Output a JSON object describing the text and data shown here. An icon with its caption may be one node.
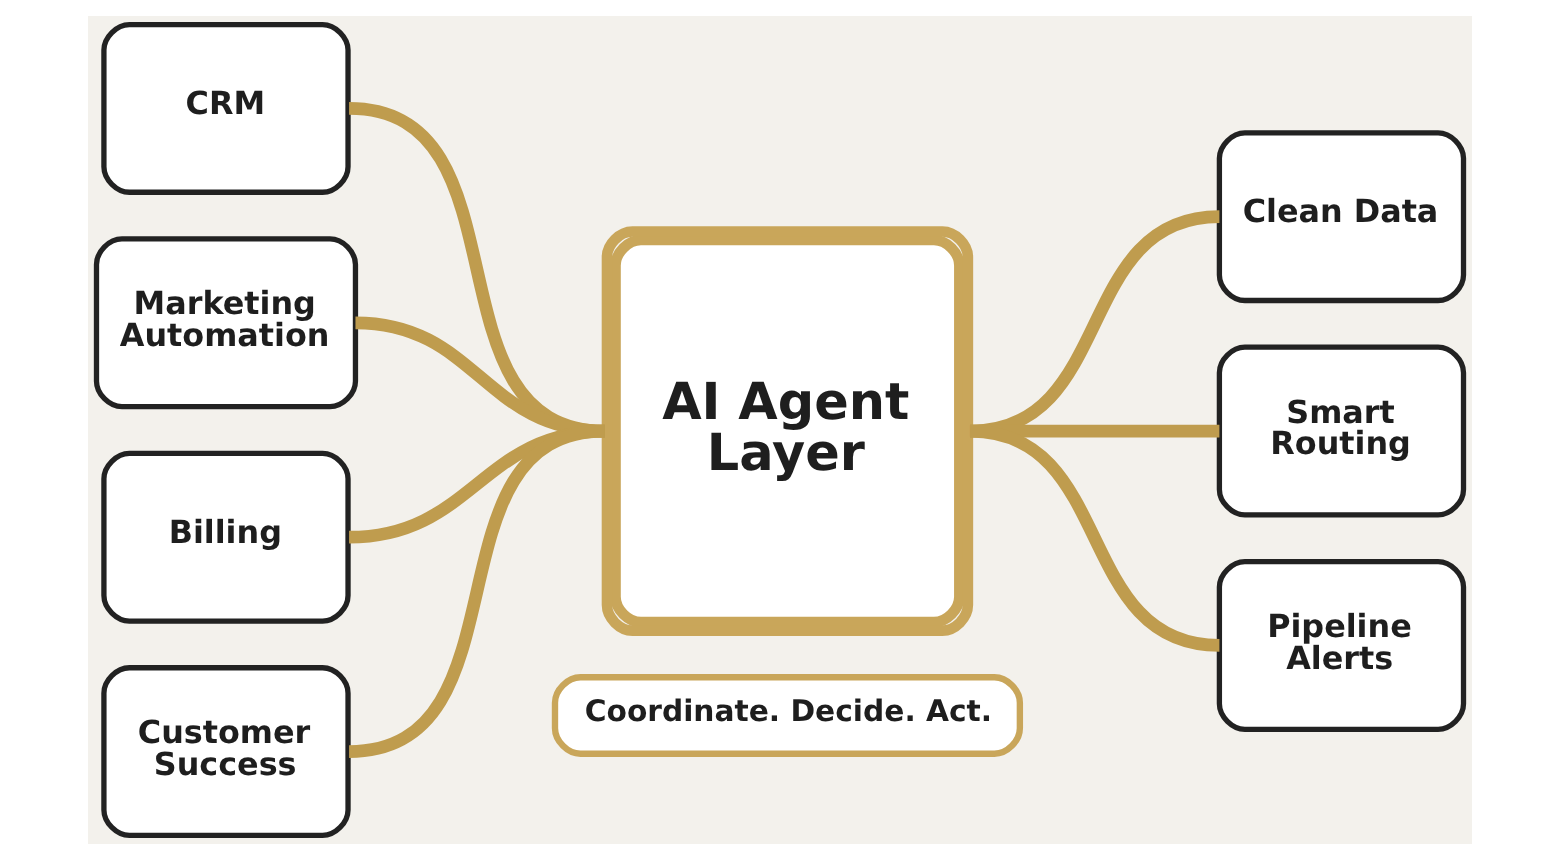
{
  "diagram": {
    "nodes": [
      {
        "text": [
          "CRM"
        ]
      },
      {
        "text": [
          "Marketing Automation"
        ]
      },
      {
        "text": [
          "Billing"
        ]
      },
      {
        "text": [
          "Customer Success"
        ]
      },
      {
        "text": [
          "AI Agent Layer"
        ]
      },
      {
        "text": [
          "Coordinate. Decide. Act."
        ]
      },
      {
        "text": [
          "Clean Data"
        ]
      },
      {
        "text": [
          "Smart Routing"
        ]
      },
      {
        "text": [
          "Pipeline Alerts"
        ]
      }
    ],
    "edges": [
      {
        "from": 0,
        "to": 4,
        "arrow": "none"
      },
      {
        "from": 1,
        "to": 4,
        "arrow": "none"
      },
      {
        "from": 2,
        "to": 4,
        "arrow": "none"
      },
      {
        "from": 3,
        "to": 4,
        "arrow": "none"
      },
      {
        "from": 4,
        "to": 6,
        "arrow": "none"
      },
      {
        "from": 4,
        "to": 7,
        "arrow": "none"
      },
      {
        "from": 4,
        "to": 8,
        "arrow": "none"
      }
    ]
  }
}
